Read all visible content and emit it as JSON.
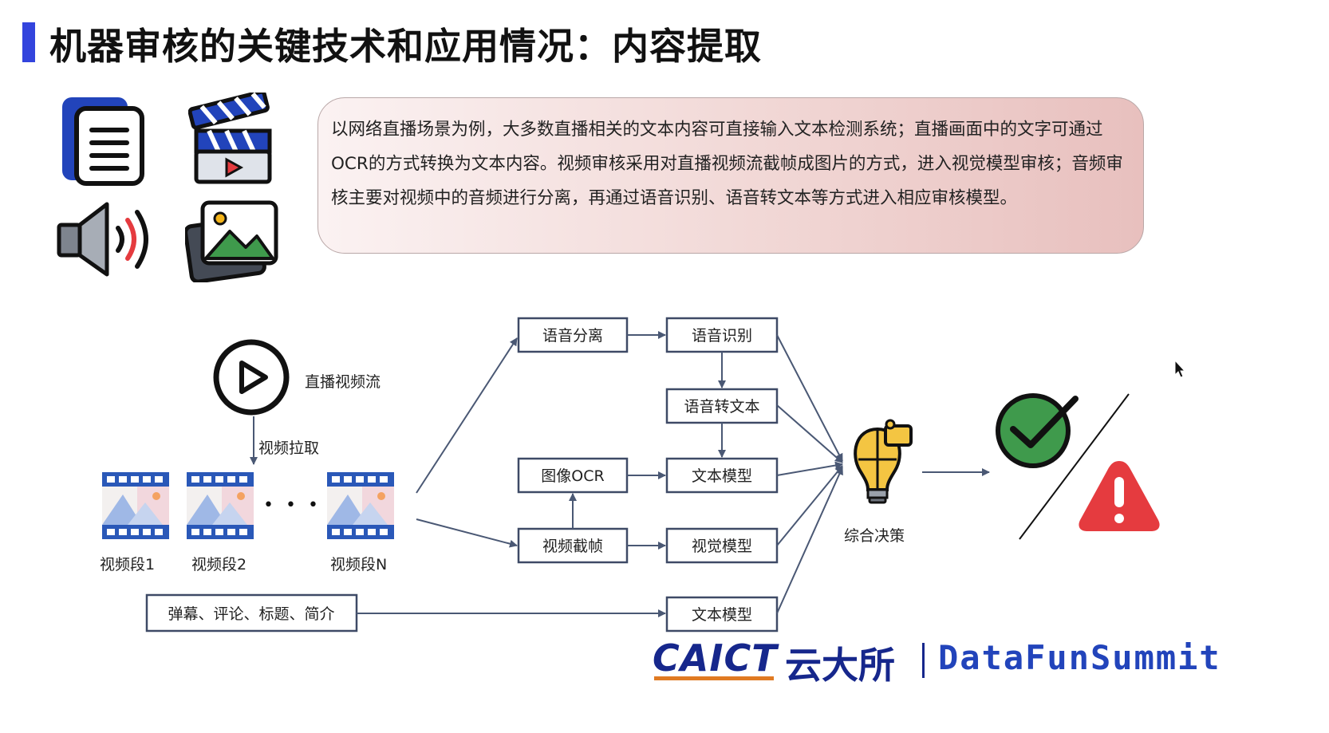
{
  "title": "机器审核的关键技术和应用情况：内容提取",
  "description": "以网络直播场景为例，大多数直播相关的文本内容可直接输入文本检测系统；直播画面中的文字可通过OCR的方式转换为文本内容。视频审核采用对直播视频流截帧成图片的方式，进入视觉模型审核；音频审核主要对视频中的音频进行分离，再通过语音识别、语音转文本等方式进入相应审核模型。",
  "icons": [
    "document-icon",
    "clapperboard-icon",
    "speaker-icon",
    "image-gallery-icon"
  ],
  "diagram": {
    "stream_label": "直播视频流",
    "pull_label": "视频拉取",
    "segments": [
      "视频段1",
      "视频段2",
      "视频段N"
    ],
    "ellipsis": "• • •",
    "boxes": {
      "audio_separation": "语音分离",
      "speech_recognition": "语音识别",
      "speech_to_text": "语音转文本",
      "image_ocr": "图像OCR",
      "text_model_1": "文本模型",
      "frame_capture": "视频截帧",
      "visual_model": "视觉模型",
      "text_model_2": "文本模型",
      "danmaku": "弹幕、评论、标题、简介"
    },
    "decision_label": "综合决策"
  },
  "logo": {
    "caict": "CAICT",
    "chinese": "云大所",
    "datafun": "DataFunSummit"
  },
  "colors": {
    "accent": "#3344dd",
    "box_border": "#3e4a66",
    "arrow": "#4a5874",
    "check_green": "#3f9a4c",
    "warning_red": "#e53b3f",
    "logo_blue": "#16278c"
  }
}
